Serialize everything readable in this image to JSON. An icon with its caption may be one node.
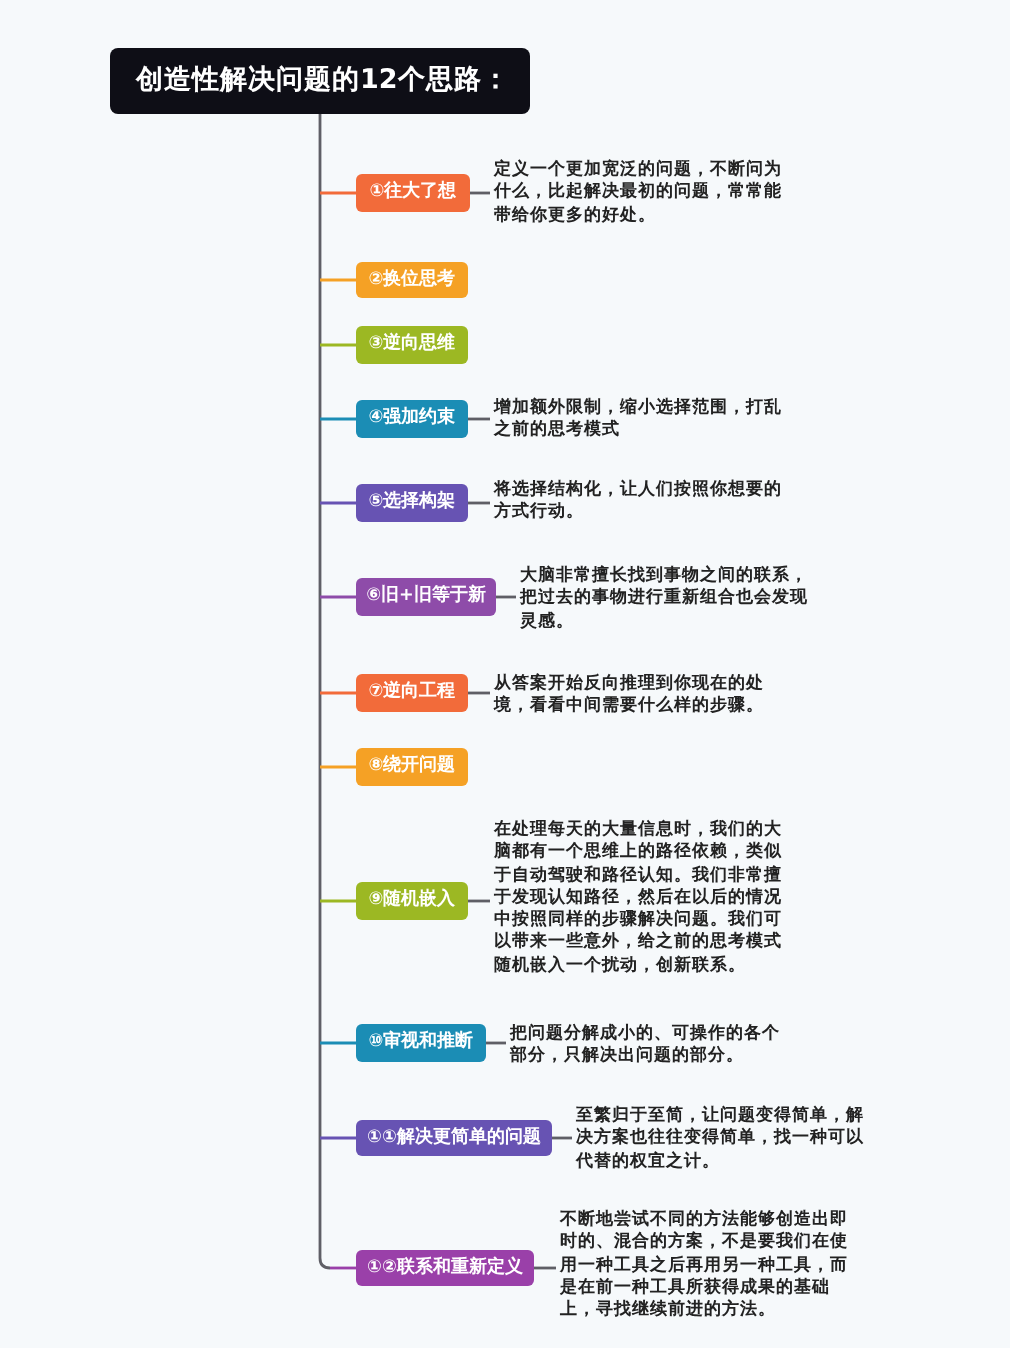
{
  "diagram": {
    "nodes": [
      {
        "text": [
          "创造性解决问题的12个思路："
        ]
      },
      {
        "text": [
          "①往大了想"
        ]
      },
      {
        "text": [
          "定义一个更加宽泛的问题，不断问为什么，比起解决最初的问题，常常能带给你更多的好处。"
        ]
      },
      {
        "text": [
          "②换位思考"
        ]
      },
      {
        "text": [
          "③逆向思维"
        ]
      },
      {
        "text": [
          "④强加约束"
        ]
      },
      {
        "text": [
          "增加额外限制，缩小选择范围，打乱之前的思考模式"
        ]
      },
      {
        "text": [
          "⑤选择构架"
        ]
      },
      {
        "text": [
          "将选择结构化，让人们按照你想要的方式行动。"
        ]
      },
      {
        "text": [
          "⑥旧+旧等于新"
        ]
      },
      {
        "text": [
          "大脑非常擅长找到事物之间的联系，把过去的事物进行重新组合也会发现灵感。"
        ]
      },
      {
        "text": [
          "⑦逆向工程"
        ]
      },
      {
        "text": [
          "从答案开始反向推理到你现在的处境，看看中间需要什么样的步骤。"
        ]
      },
      {
        "text": [
          "⑧绕开问题"
        ]
      },
      {
        "text": [
          "⑨随机嵌入"
        ]
      },
      {
        "text": [
          "在处理每天的大量信息时，我们的大脑都有一个思维上的路径依赖，类似于自动驾驶和路径认知。我们非常擅于发现认知路径，然后在以后的情况中按照同样的步骤解决问题。我们可以带来一些意外，给之前的思考模式随机嵌入一个扰动，创新联系。"
        ]
      },
      {
        "text": [
          "⑩审视和推断"
        ]
      },
      {
        "text": [
          "把问题分解成小的、可操作的各个部分，只解决出问题的部分。"
        ]
      },
      {
        "text": [
          "①①解决更简单的问题"
        ]
      },
      {
        "text": [
          "至繁归于至简，让问题变得简单，解决方案也往往变得简单，找一种可以代替的权宜之计。"
        ]
      },
      {
        "text": [
          "①②联系和重新定义"
        ]
      },
      {
        "text": [
          "不断地尝试不同的方法能够创造出即时的、混合的方案，不是要我们在使用一种工具之后再用另一种工具，而是在前一种工具所获得成果的基础上，寻找继续前进的方法。"
        ]
      }
    ],
    "edges": [
      {
        "from": 0,
        "to": 1,
        "arrow": "none"
      },
      {
        "from": 0,
        "to": 3,
        "arrow": "none"
      },
      {
        "from": 0,
        "to": 4,
        "arrow": "none"
      },
      {
        "from": 0,
        "to": 5,
        "arrow": "none"
      },
      {
        "from": 0,
        "to": 7,
        "arrow": "none"
      },
      {
        "from": 0,
        "to": 9,
        "arrow": "none"
      },
      {
        "from": 0,
        "to": 11,
        "arrow": "none"
      },
      {
        "from": 0,
        "to": 13,
        "arrow": "none"
      },
      {
        "from": 0,
        "to": 14,
        "arrow": "none"
      },
      {
        "from": 0,
        "to": 16,
        "arrow": "none"
      },
      {
        "from": 0,
        "to": 18,
        "arrow": "none"
      },
      {
        "from": 0,
        "to": 20,
        "arrow": "none"
      },
      {
        "from": 1,
        "to": 2,
        "arrow": "none"
      },
      {
        "from": 5,
        "to": 6,
        "arrow": "none"
      },
      {
        "from": 7,
        "to": 8,
        "arrow": "none"
      },
      {
        "from": 9,
        "to": 10,
        "arrow": "none"
      },
      {
        "from": 11,
        "to": 12,
        "arrow": "none"
      },
      {
        "from": 14,
        "to": 15,
        "arrow": "none"
      },
      {
        "from": 16,
        "to": 17,
        "arrow": "none"
      },
      {
        "from": 18,
        "to": 19,
        "arrow": "none"
      },
      {
        "from": 20,
        "to": 21,
        "arrow": "none"
      }
    ]
  }
}
